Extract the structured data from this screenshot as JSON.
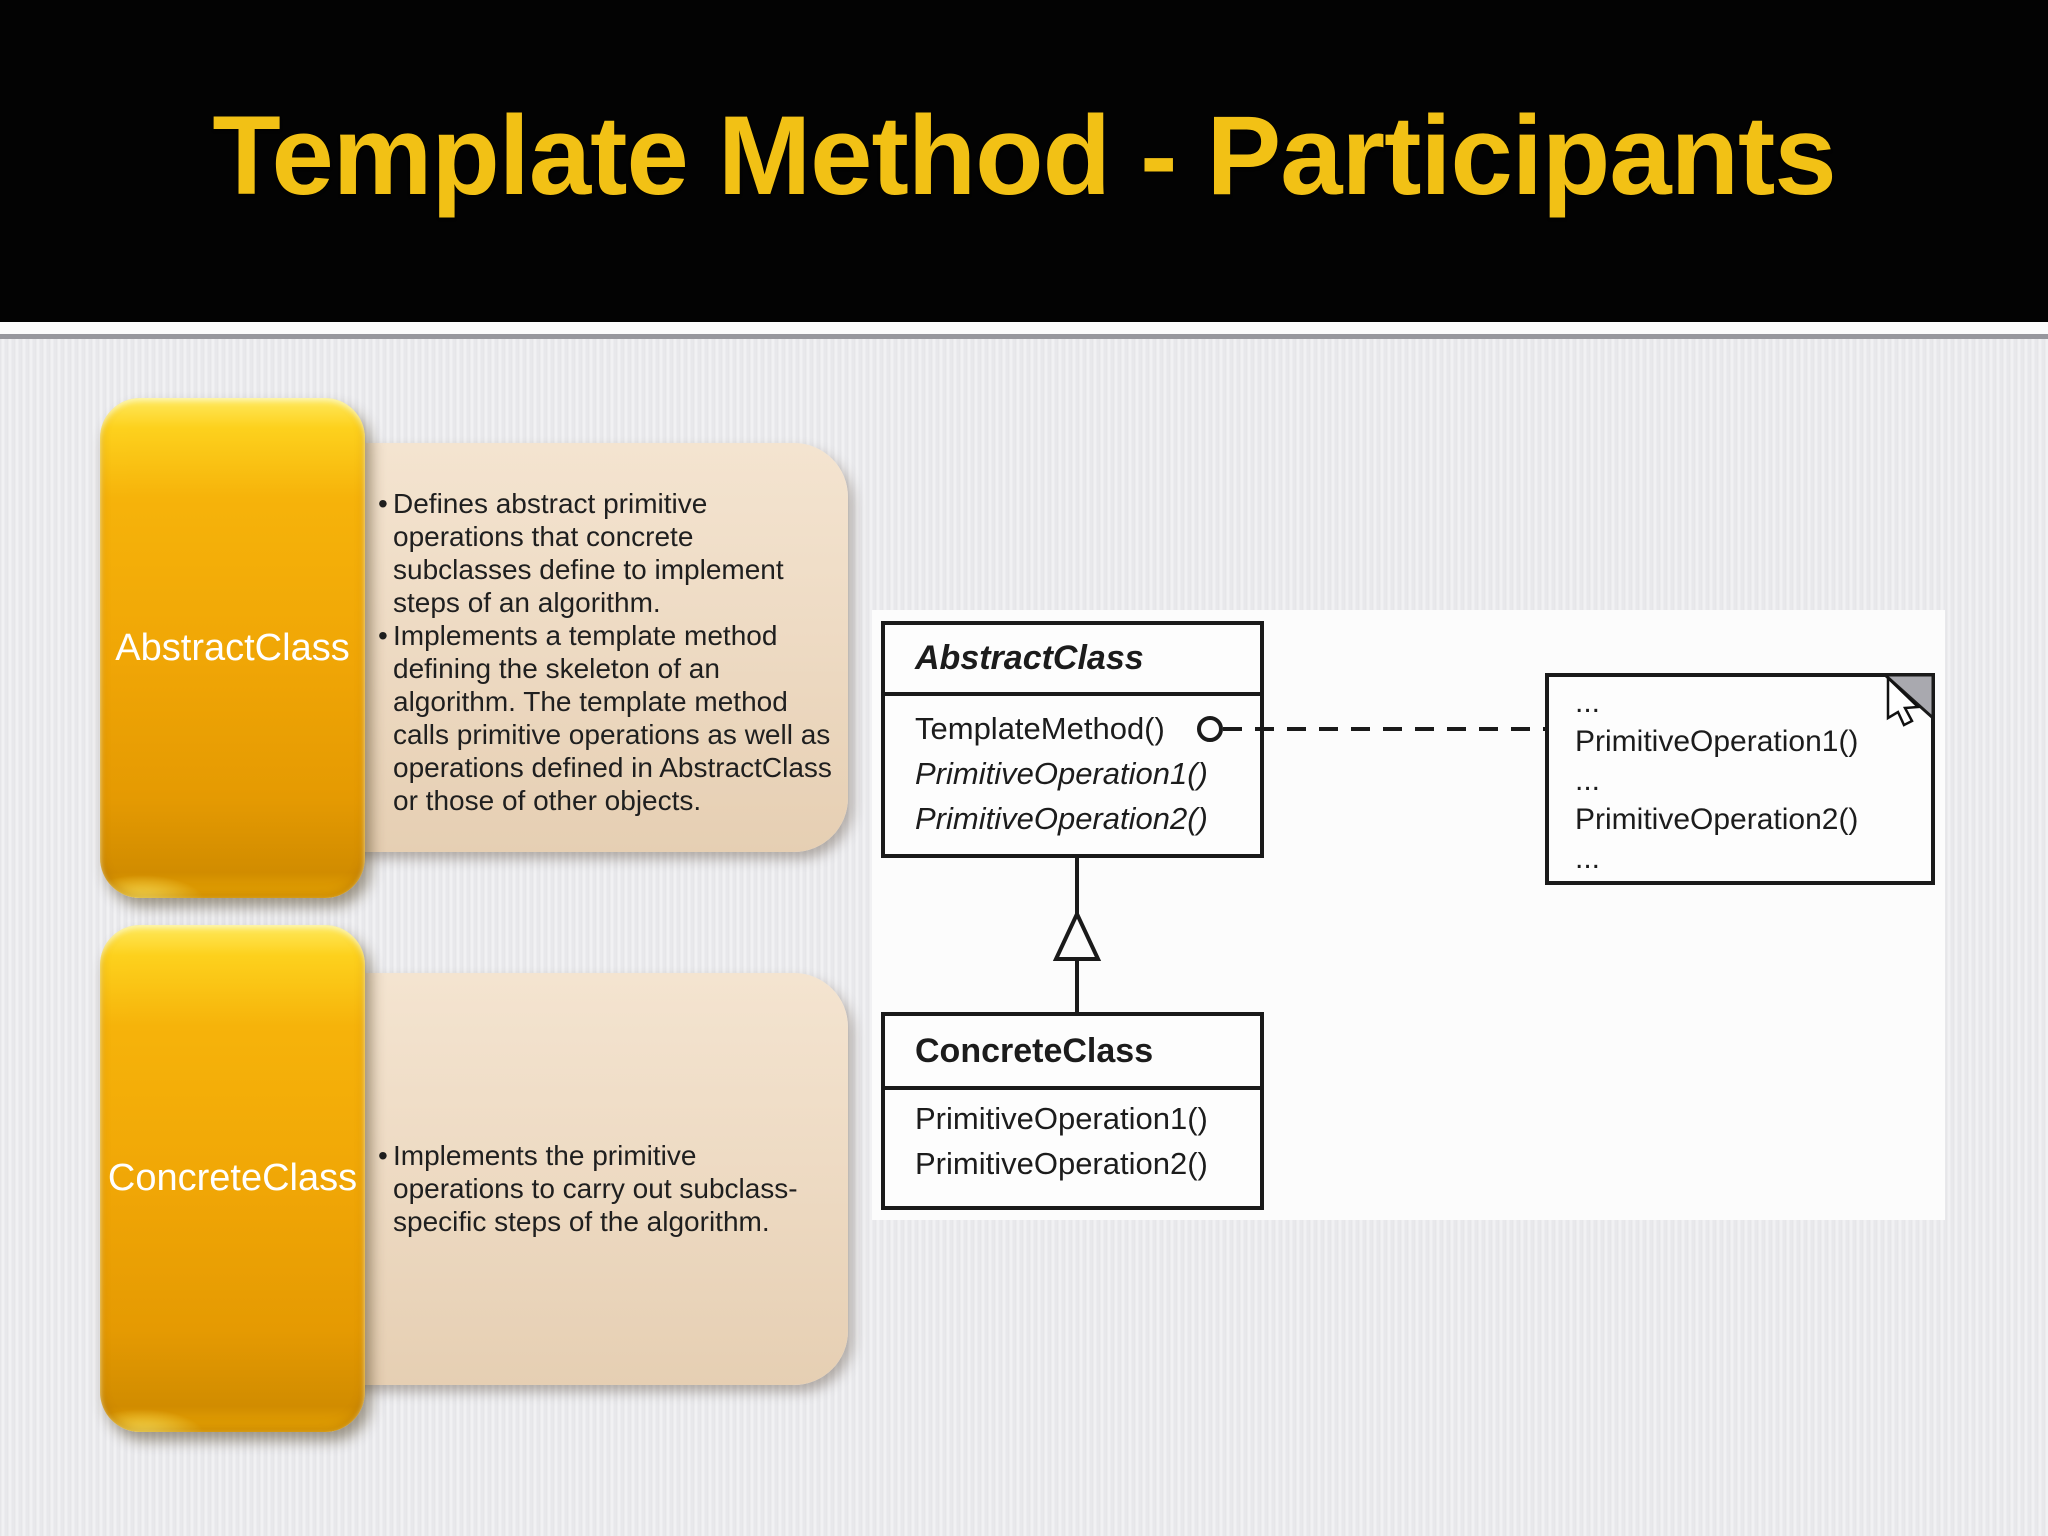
{
  "header": {
    "title": "Template Method - Participants"
  },
  "bullet_char": "•",
  "participants": [
    {
      "name": "AbstractClass",
      "points": [
        "Defines abstract primitive operations that concrete subclasses define to implement steps of an algorithm.",
        "Implements a template method defining the skeleton of an algorithm. The template method calls primitive operations as well as operations defined in AbstractClass or those of other objects."
      ]
    },
    {
      "name": "ConcreteClass",
      "points": [
        "Implements the primitive operations to carry out subclass-specific steps of the algorithm."
      ]
    }
  ],
  "uml": {
    "abstract_class": {
      "title": "AbstractClass",
      "methods": [
        "TemplateMethod()",
        "PrimitiveOperation1()",
        "PrimitiveOperation2()"
      ]
    },
    "concrete_class": {
      "title": "ConcreteClass",
      "methods": [
        "PrimitiveOperation1()",
        "PrimitiveOperation2()"
      ]
    },
    "note": {
      "lines": [
        "...",
        "PrimitiveOperation1()",
        "...",
        "PrimitiveOperation2()",
        "..."
      ]
    }
  },
  "colors": {
    "title_text": "#F2C115",
    "header_bg": "#030303",
    "pill_orange": "#F0A606",
    "callout_tan": "#EEDBC4",
    "diagram_ink": "#1A1A1A",
    "panel_bg": "#FCFCFC"
  }
}
